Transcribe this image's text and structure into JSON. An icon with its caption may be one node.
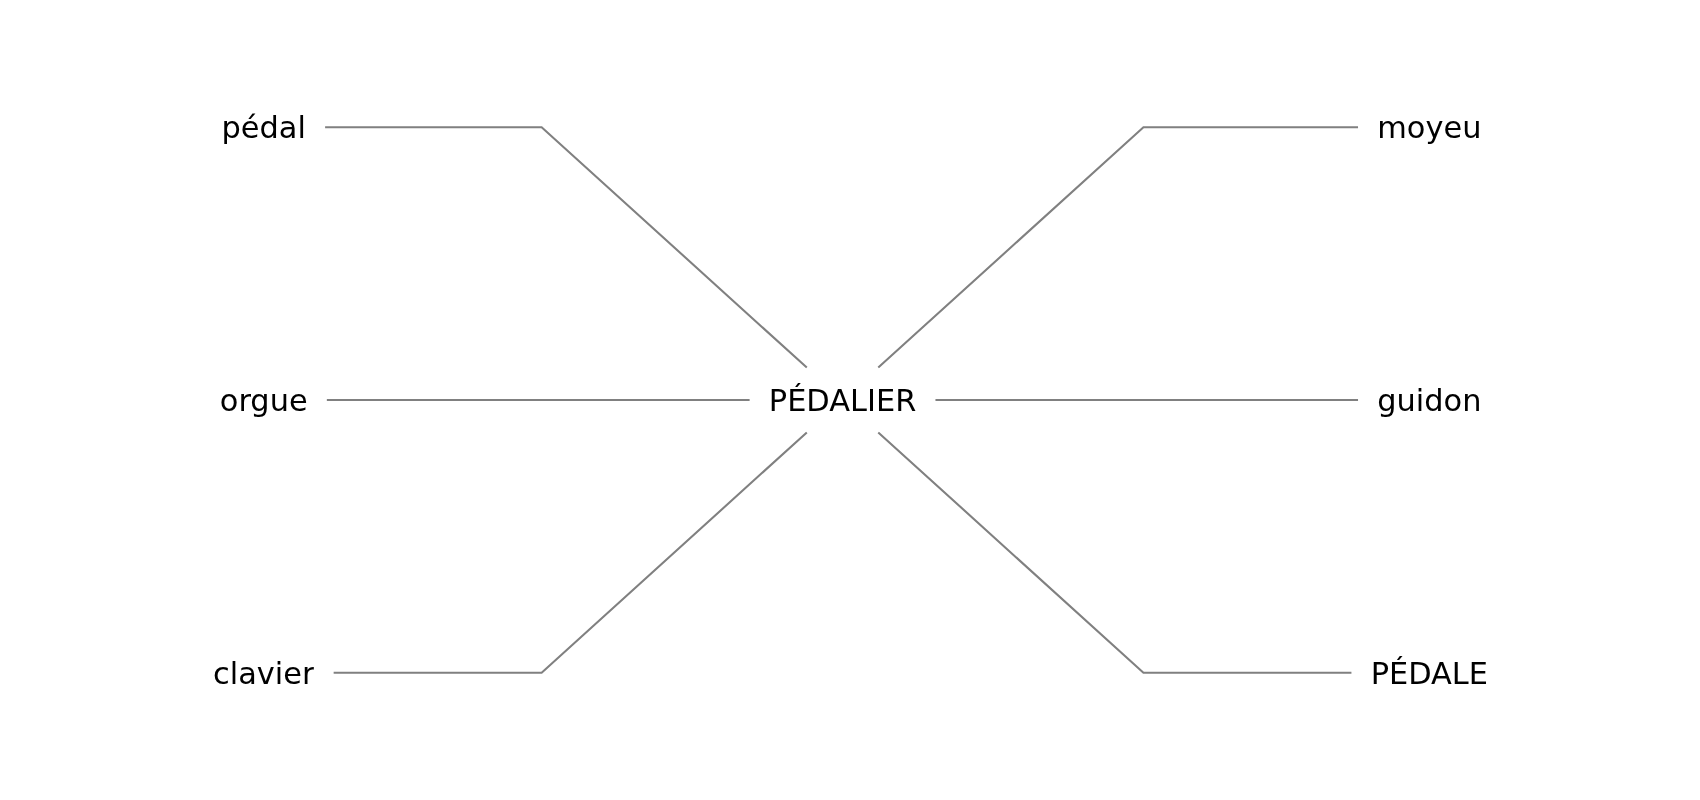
{
  "diagram": {
    "nodes": [
      {
        "text": [
          "pédal"
        ]
      },
      {
        "text": [
          "orgue"
        ]
      },
      {
        "text": [
          "moyeu"
        ]
      },
      {
        "text": [
          "PÉDALIER"
        ]
      },
      {
        "text": [
          "clavier"
        ]
      },
      {
        "text": [
          "guidon"
        ]
      },
      {
        "text": [
          "PÉDALE"
        ]
      }
    ],
    "edges": [
      {
        "from": 0,
        "to": 3,
        "arrow": "none"
      },
      {
        "from": 1,
        "to": 3,
        "arrow": "none"
      },
      {
        "from": 4,
        "to": 3,
        "arrow": "none"
      },
      {
        "from": 3,
        "to": 2,
        "arrow": "none"
      },
      {
        "from": 3,
        "to": 5,
        "arrow": "none"
      },
      {
        "from": 3,
        "to": 6,
        "arrow": "none"
      }
    ]
  }
}
